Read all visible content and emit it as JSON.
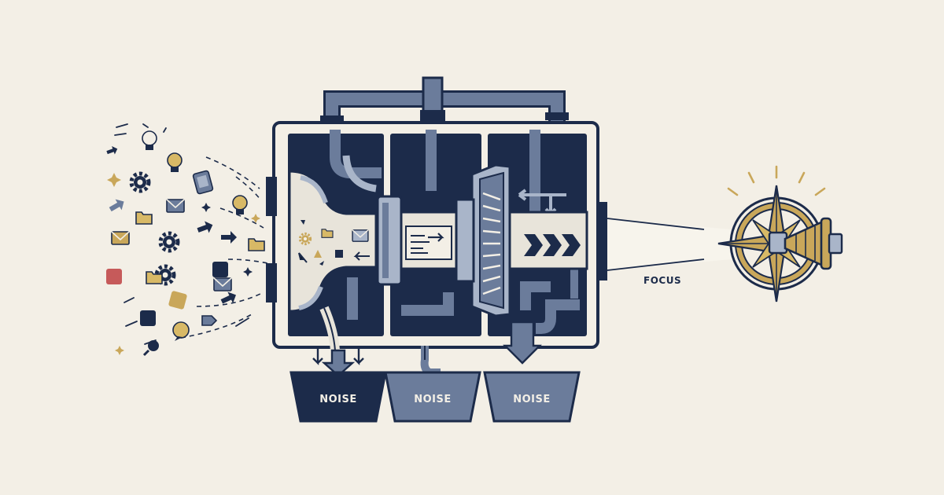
{
  "labels": {
    "focus": "FOCUS",
    "bins": [
      "NOISE",
      "NOISE",
      "NOISE"
    ]
  },
  "colors": {
    "background": "#f3efe6",
    "navy": "#1c2b4a",
    "slate": "#6b7c9b",
    "light_slate": "#a9b5c9",
    "gold": "#c9a75a",
    "cream": "#f3efe6",
    "alert_red": "#c65a5a"
  },
  "icons": [
    "lightbulb-icon",
    "gear-icon",
    "envelope-icon",
    "folder-icon",
    "arrow-icon",
    "social-icon",
    "chat-bubble-icon",
    "tablet-icon",
    "sparkle-icon",
    "funnel-icon",
    "turbine-icon",
    "chevrons-icon",
    "compass-icon",
    "megaphone-icon"
  ]
}
